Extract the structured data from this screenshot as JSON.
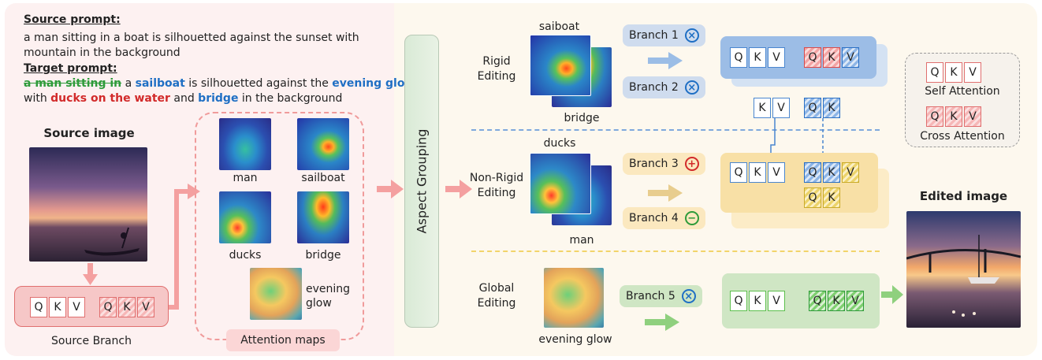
{
  "source_prompt": {
    "heading": "Source prompt:",
    "line1": "a man sitting in a boat is silhouetted against the sunset with",
    "line2": "mountain in the background"
  },
  "target_prompt": {
    "heading": "Target prompt:",
    "strike": "a man sitting in",
    "t1": " a ",
    "sailboat": "sailboat",
    "t2": " is silhouetted against the ",
    "glow": "evening glow",
    "t3": "with ",
    "ducks": "ducks on the water",
    "t4": " and ",
    "bridge": "bridge",
    "t5": " in the background"
  },
  "source_image_label": "Source image",
  "source_branch": {
    "label": "Source Branch",
    "q": "Q",
    "k": "K",
    "v": "V"
  },
  "attention_maps": {
    "title": "Attention maps",
    "man": "man",
    "sailboat": "sailboat",
    "ducks": "ducks",
    "bridge": "bridge",
    "evening1": "evening",
    "evening2": "glow"
  },
  "aspect_grouping": "Aspect Grouping",
  "rigid": {
    "label1": "Rigid",
    "label2": "Editing",
    "img_top": "saiboat",
    "img_bottom": "bridge"
  },
  "nonrigid": {
    "label1": "Non-Rigid",
    "label2": "Editing",
    "img_top": "ducks",
    "img_bottom": "man"
  },
  "global": {
    "label1": "Global",
    "label2": "Editing",
    "img_bottom": "evening glow"
  },
  "branches": {
    "b1": "Branch 1",
    "b2": "Branch 2",
    "b3": "Branch 3",
    "b4": "Branch 4",
    "b5": "Branch 5"
  },
  "legend": {
    "self": "Self Attention",
    "cross": "Cross Attention"
  },
  "edited_image_label": "Edited image",
  "colors": {
    "pink": "#f4a6a6",
    "blue": "#9cbde6",
    "yellow": "#f8e3a8",
    "green": "#cfe6c4"
  }
}
